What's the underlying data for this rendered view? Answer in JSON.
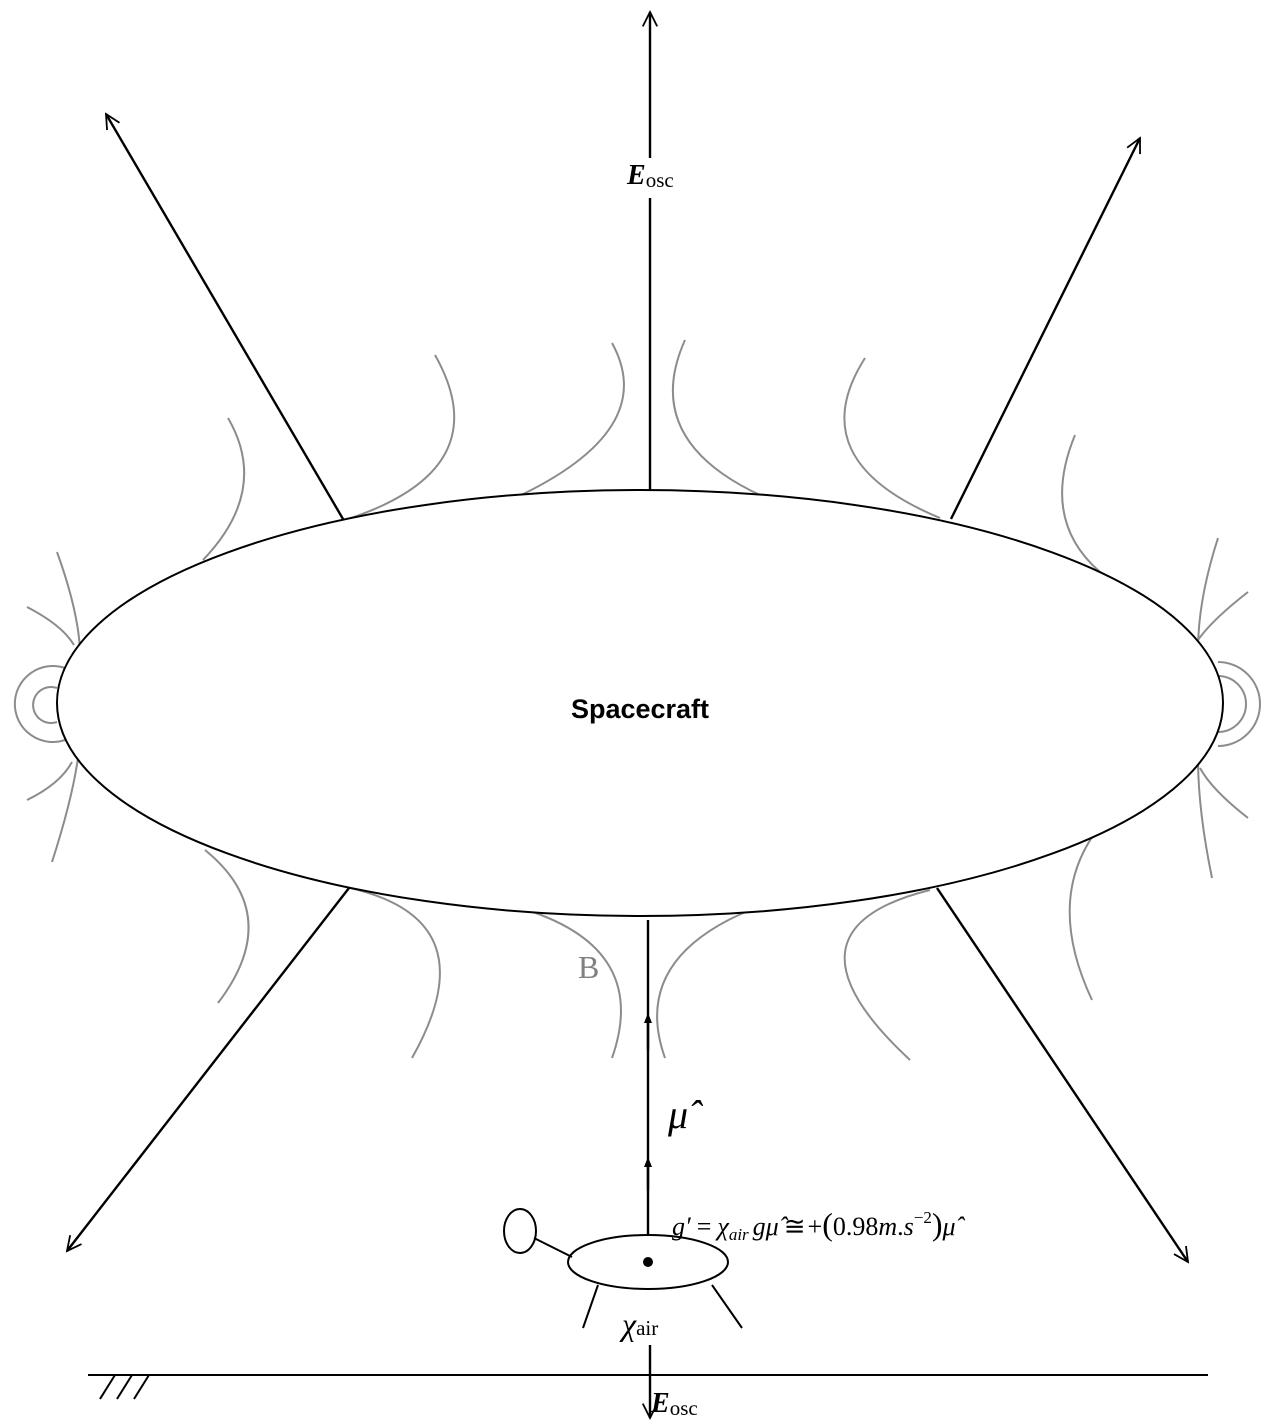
{
  "diagram": {
    "body_label": "Spacecraft",
    "field_top_label": "E",
    "field_top_sub": "osc",
    "field_bottom_label": "E",
    "field_bottom_sub": "osc",
    "magnetic_label": "B",
    "mu_label": "μ̂",
    "equation": {
      "g_prime": "g′",
      "equals": "=",
      "chi": "χ",
      "chi_sub": "air",
      "g": "g",
      "mu": "μ̂",
      "approx": "≅",
      "plus": "+",
      "value": "0.98",
      "m": "m",
      "dot": ".",
      "s": "s",
      "exp": "−2",
      "mu_end": "μ̂"
    },
    "object_label": "χ",
    "object_sub": "air"
  },
  "colors": {
    "lines": "#000000",
    "field_lines": "#8c8c8c",
    "magnetic_label": "#808080"
  }
}
